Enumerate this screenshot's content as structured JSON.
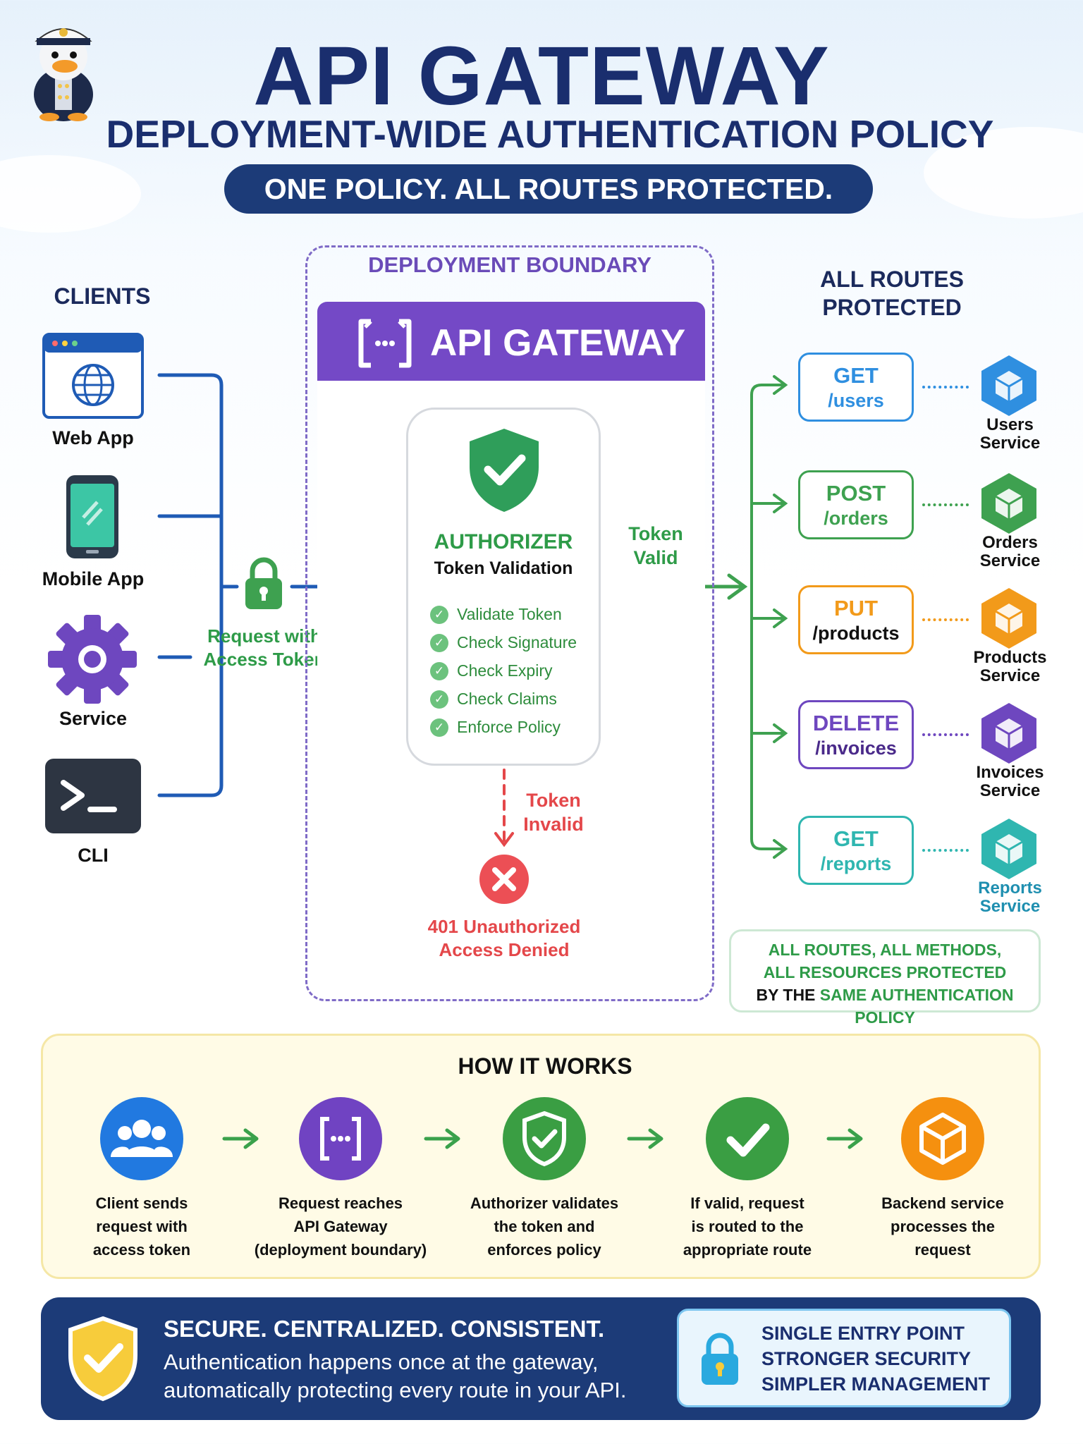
{
  "header": {
    "title": "API GATEWAY",
    "subtitle": "DEPLOYMENT-WIDE AUTHENTICATION POLICY",
    "banner": "ONE POLICY. ALL ROUTES PROTECTED."
  },
  "clients": {
    "title": "CLIENTS",
    "items": [
      {
        "label": "Web App",
        "icon": "browser-globe-icon"
      },
      {
        "label": "Mobile App",
        "icon": "mobile-phone-icon"
      },
      {
        "label": "Service",
        "icon": "gear-icon"
      },
      {
        "label": "CLI",
        "icon": "terminal-icon"
      }
    ],
    "request_label_1": "Request with",
    "request_label_2": "Access Token"
  },
  "gateway": {
    "boundary_label": "DEPLOYMENT BOUNDARY",
    "title": "API GATEWAY",
    "icon": "api-gateway-icon",
    "authorizer": {
      "title": "AUTHORIZER",
      "subtitle": "Token Validation",
      "checks": [
        "Validate Token",
        "Check Signature",
        "Check Expiry",
        "Check Claims",
        "Enforce Policy"
      ]
    },
    "token_valid_1": "Token",
    "token_valid_2": "Valid",
    "token_invalid_1": "Token",
    "token_invalid_2": "Invalid",
    "unauthorized_1": "401 Unauthorized",
    "unauthorized_2": "Access Denied"
  },
  "routes": {
    "title_1": "ALL ROUTES",
    "title_2": "PROTECTED",
    "items": [
      {
        "method": "GET",
        "path": "/users",
        "service_1": "Users",
        "service_2": "Service",
        "color": "#2f8fe0"
      },
      {
        "method": "POST",
        "path": "/orders",
        "service_1": "Orders",
        "service_2": "Service",
        "color": "#3ea150"
      },
      {
        "method": "PUT",
        "path": "/products",
        "service_1": "Products",
        "service_2": "Service",
        "color": "#f29a1a"
      },
      {
        "method": "DELETE",
        "path": "/invoices",
        "service_1": "Invoices",
        "service_2": "Service",
        "color": "#6e47bf"
      },
      {
        "method": "GET",
        "path": "/reports",
        "service_1": "Reports",
        "service_2": "Service",
        "color": "#2fb6b0"
      }
    ],
    "note_1": "ALL ROUTES, ALL METHODS,",
    "note_2": "ALL RESOURCES PROTECTED",
    "note_3a": "BY THE ",
    "note_3b": "SAME AUTHENTICATION POLICY"
  },
  "how_it_works": {
    "title": "HOW IT WORKS",
    "steps": [
      {
        "icon": "users-icon",
        "line1": "Client sends",
        "line2": "request with",
        "line3": "access token",
        "color": "#2179e0"
      },
      {
        "icon": "api-gateway-icon",
        "line1": "Request reaches",
        "line2": "API Gateway",
        "line3": "(deployment boundary)",
        "color": "#7043c2"
      },
      {
        "icon": "shield-check-icon",
        "line1": "Authorizer validates",
        "line2": "the token and",
        "line3": "enforces policy",
        "color": "#3a9e43"
      },
      {
        "icon": "checkmark-icon",
        "line1": "If valid, request",
        "line2": "is routed to the",
        "line3": "appropriate route",
        "color": "#3a9e43"
      },
      {
        "icon": "cube-icon",
        "line1": "Backend service",
        "line2": "processes the",
        "line3": "request",
        "color": "#f5900f"
      }
    ]
  },
  "footer": {
    "headline": "SECURE. CENTRALIZED. CONSISTENT.",
    "line1": "Authentication happens once at the gateway,",
    "line2": "automatically protecting every route in your API.",
    "benefits": [
      "SINGLE ENTRY POINT",
      "STRONGER SECURITY",
      "SIMPLER MANAGEMENT"
    ]
  },
  "colors": {
    "navy": "#1c3b78",
    "purple": "#7449c6",
    "green": "#2e9b48",
    "red": "#e4474a",
    "blue_line": "#1f5bb5"
  }
}
